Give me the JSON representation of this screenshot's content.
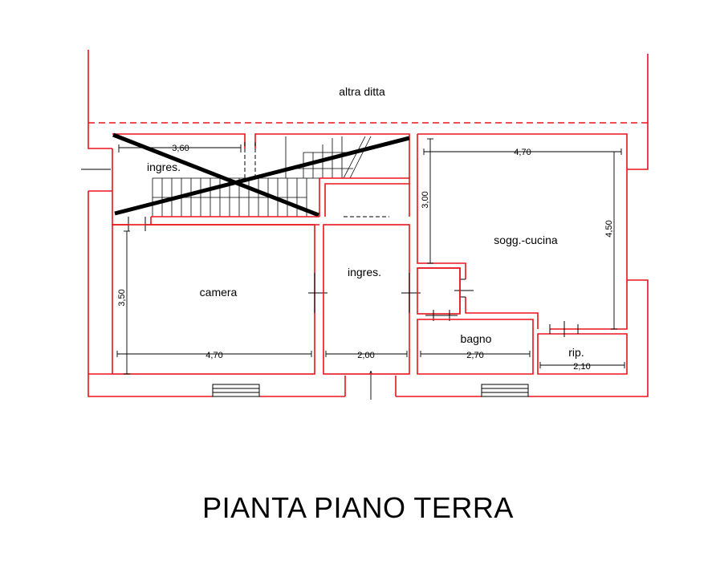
{
  "title": "PIANTA PIANO TERRA",
  "neighbor_label": "altra ditta",
  "rooms": {
    "ingres_top": "ingres.",
    "camera": "camera",
    "ingres_mid": "ingres.",
    "sogg_cucina": "sogg.-cucina",
    "bagno": "bagno",
    "rip": "rip."
  },
  "dimensions": {
    "ingres_top_width": "3,60",
    "camera_width": "4,70",
    "camera_height": "3,50",
    "ingres_mid_width": "2,00",
    "sogg_width": "4,70",
    "sogg_height": "4,50",
    "sogg_left_height": "3,00",
    "bagno_width": "2,70",
    "rip_width": "2,10"
  },
  "colors": {
    "wall": "#e8141c",
    "line": "#000000"
  }
}
